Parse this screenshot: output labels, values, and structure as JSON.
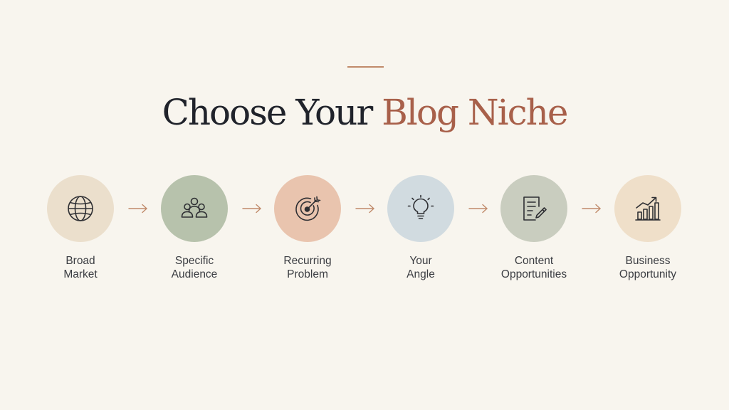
{
  "title": {
    "main": "Choose Your",
    "accent": "Blog Niche"
  },
  "colors": {
    "background": "#f8f5ee",
    "title": "#20232b",
    "accent": "#a8604a",
    "arrow": "#c08a6a",
    "icon_stroke": "#2e2f33"
  },
  "steps": [
    {
      "line1": "Broad",
      "line2": "Market",
      "icon": "globe-icon",
      "color": "#ebdfcc"
    },
    {
      "line1": "Specific",
      "line2": "Audience",
      "icon": "people-group-icon",
      "color": "#b7c2ac"
    },
    {
      "line1": "Recurring",
      "line2": "Problem",
      "icon": "target-icon",
      "color": "#e9c4ae"
    },
    {
      "line1": "Your",
      "line2": "Angle",
      "icon": "lightbulb-icon",
      "color": "#d1dbe0"
    },
    {
      "line1": "Content",
      "line2": "Opportunities",
      "icon": "document-edit-icon",
      "color": "#c9cdbf"
    },
    {
      "line1": "Business",
      "line2": "Opportunity",
      "icon": "growth-chart-icon",
      "color": "#efdfc9"
    }
  ]
}
